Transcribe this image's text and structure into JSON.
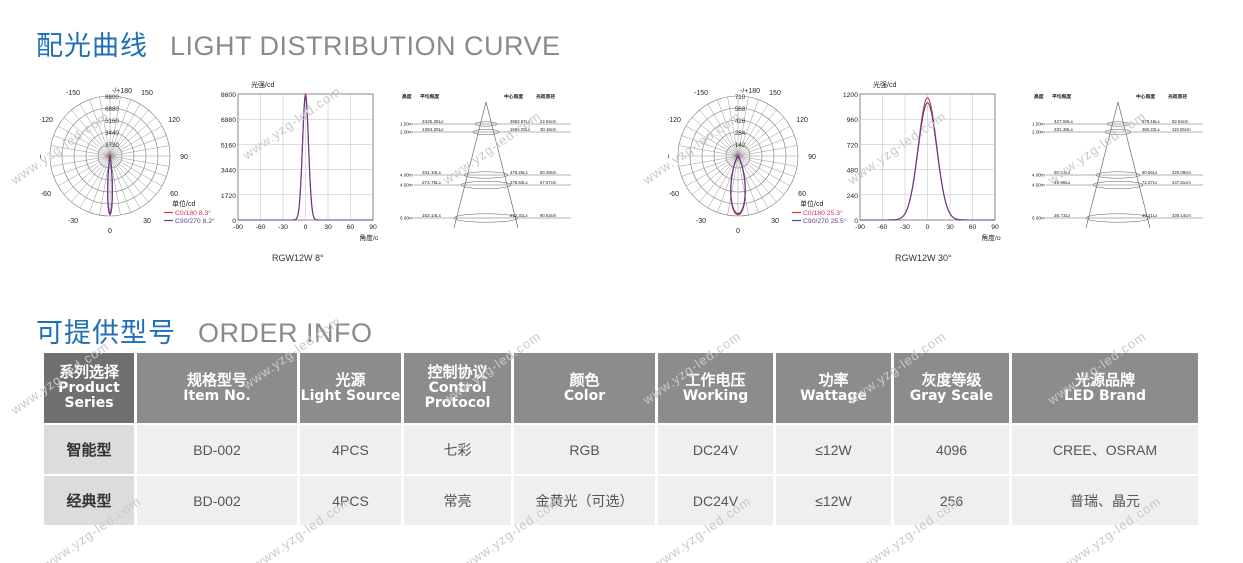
{
  "section1": {
    "title_cn": "配光曲线",
    "title_en": "LIGHT DISTRIBUTION CURVE"
  },
  "section2": {
    "title_cn": "可提供型号",
    "title_en": "ORDER INFO"
  },
  "watermark": "www.yzg-led.com",
  "charts": [
    {
      "caption": "RGW12W 8°",
      "polar": {
        "top_label": "-/+180",
        "angle_labels": [
          "-150",
          "150",
          "-120",
          "120",
          "-90",
          "90",
          "-60",
          "60",
          "-30",
          "0",
          "30"
        ],
        "ring_values": [
          "8600",
          "6880",
          "5160",
          "3440",
          "1720"
        ],
        "center_label": "0",
        "unit": "单位/cd",
        "legend": [
          {
            "name": "C0/180",
            "value": "8.3°",
            "color": "#d0364c"
          },
          {
            "name": "C90/270",
            "value": "8.2°",
            "color": "#5a3d8c"
          }
        ]
      },
      "cartesian": {
        "ylabel": "光强/cd",
        "xlabel": "角度/o",
        "y_ticks": [
          "8600",
          "6880",
          "5160",
          "3440",
          "1720",
          "0"
        ],
        "x_ticks": [
          "-90",
          "-60",
          "-30",
          "0",
          "30",
          "60",
          "90"
        ]
      },
      "illuminance": {
        "headers": [
          "高度",
          "平均照度",
          "中心照度",
          "光斑直径"
        ],
        "rows": [
          {
            "h": "1.50m",
            "avg": "2425.25Lx",
            "center": "3953.67Lx",
            "dia": "22.94cm"
          },
          {
            "h": "2.00m",
            "avg": "1364.20Lx",
            "center": "1666.00Lx",
            "dia": "30.16cm"
          },
          {
            "h": "4.00m",
            "avg": "341.10Lx",
            "center": "475.25Lx",
            "dia": "60.39cm"
          },
          {
            "h": "4.50m",
            "avg": "274.75Lx",
            "center": "378.84Lx",
            "dia": "67.97cm"
          },
          {
            "h": "6.00m",
            "avg": "152.14Lx",
            "center": "212.31Lx",
            "dia": "90.63cm"
          }
        ]
      }
    },
    {
      "caption": "RGW12W 30°",
      "polar": {
        "top_label": "-/+180",
        "angle_labels": [
          "-150",
          "150",
          "-120",
          "120",
          "-90",
          "90",
          "-60",
          "60",
          "-30",
          "0",
          "30"
        ],
        "ring_values": [
          "710",
          "568",
          "426",
          "284",
          "142"
        ],
        "center_label": "0",
        "unit": "单位/cd",
        "legend": [
          {
            "name": "C0/180",
            "value": "25.3°",
            "color": "#d0364c"
          },
          {
            "name": "C90/270",
            "value": "25.5°",
            "color": "#5a3d8c"
          }
        ]
      },
      "cartesian": {
        "ylabel": "光强/cd",
        "xlabel": "角度/o",
        "y_ticks": [
          "1200",
          "960",
          "720",
          "480",
          "240",
          "0"
        ],
        "x_ticks": [
          "-90",
          "-60",
          "-30",
          "0",
          "30",
          "60",
          "90"
        ]
      },
      "illuminance": {
        "headers": [
          "高度",
          "平均照度",
          "中心照度",
          "光斑直径"
        ],
        "rows": [
          {
            "h": "1.50m",
            "avg": "427.50Lx",
            "center": "579.16Lx",
            "dia": "82.54cm"
          },
          {
            "h": "2.00m",
            "avg": "231.30Lx",
            "center": "360.22Lx",
            "dia": "110.06cm"
          },
          {
            "h": "4.00m",
            "avg": "60.21Lx",
            "center": "90.56Lx",
            "dia": "220.09cm"
          },
          {
            "h": "4.50m",
            "avg": "49.98Lx",
            "center": "72.27Lx",
            "dia": "247.61cm"
          },
          {
            "h": "6.00m",
            "avg": "26.73Lx",
            "center": "40.41Lx",
            "dia": "330.14cm"
          }
        ]
      }
    }
  ],
  "order_table": {
    "headers": [
      {
        "cn": "系列选择",
        "en1": "Product",
        "en2": "Series"
      },
      {
        "cn": "规格型号",
        "en1": "Item No.",
        "en2": ""
      },
      {
        "cn": "光源",
        "en1": "Light Source",
        "en2": ""
      },
      {
        "cn": "控制协议",
        "en1": "Control",
        "en2": "Protocol"
      },
      {
        "cn": "颜色",
        "en1": "Color",
        "en2": ""
      },
      {
        "cn": "工作电压",
        "en1": "Working",
        "en2": ""
      },
      {
        "cn": "功率",
        "en1": "Wattage",
        "en2": ""
      },
      {
        "cn": "灰度等级",
        "en1": "Gray Scale",
        "en2": ""
      },
      {
        "cn": "光源品牌",
        "en1": "LED Brand",
        "en2": ""
      }
    ],
    "rows": [
      [
        "智能型",
        "BD-002",
        "4PCS",
        "七彩",
        "RGB",
        "DC24V",
        "≤12W",
        "4096",
        "CREE、OSRAM"
      ],
      [
        "经典型",
        "BD-002",
        "4PCS",
        "常亮",
        "金黄光（可选）",
        "DC24V",
        "≤12W",
        "256",
        "普瑞、晶元"
      ]
    ]
  }
}
